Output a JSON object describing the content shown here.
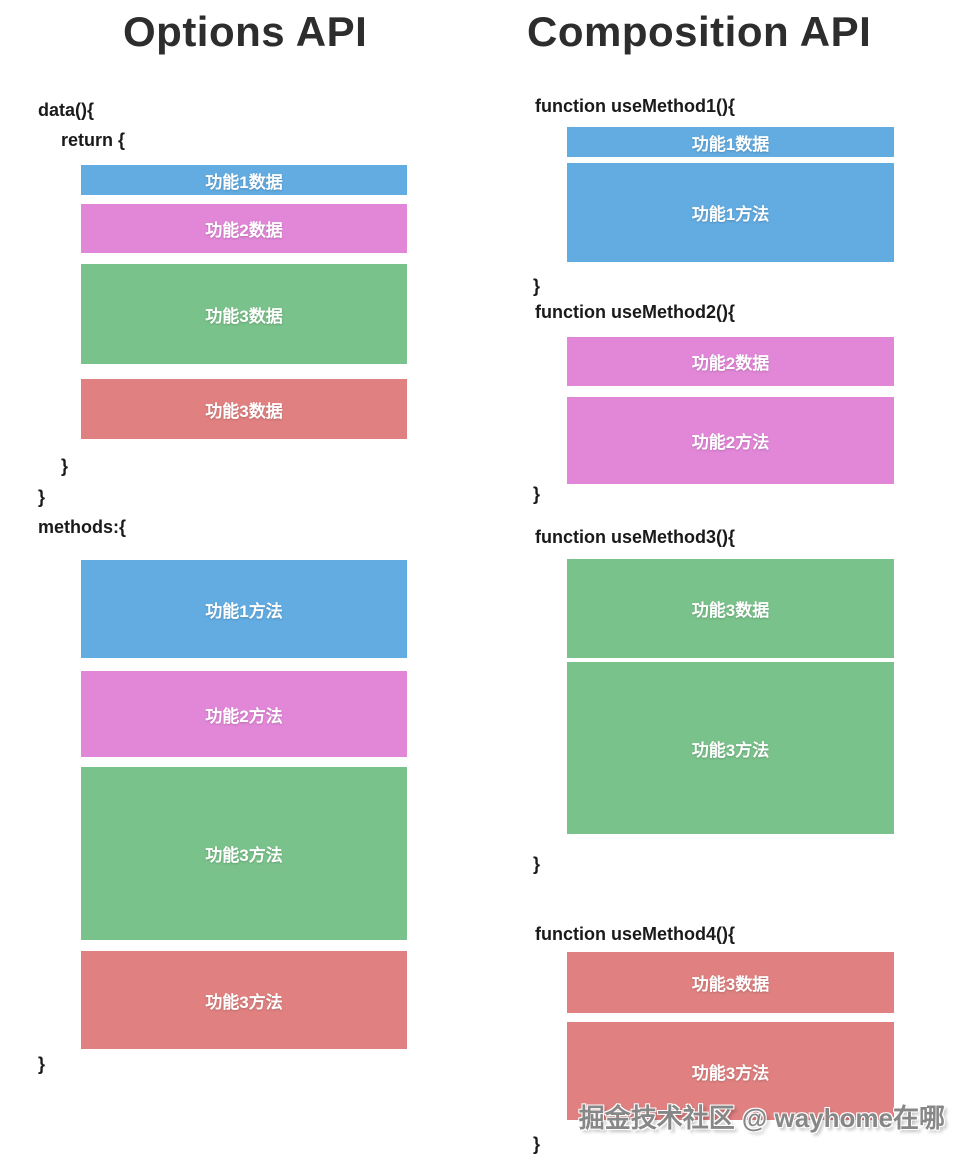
{
  "colors": {
    "blue": "#62ACE2",
    "pink": "#E287D8",
    "green": "#7AC28B",
    "red": "#E08080",
    "title_text": "#2D2D2D",
    "code_text": "#1A1A1A",
    "bar_text": "#FFFFFF"
  },
  "left": {
    "title": "Options API",
    "code": {
      "data_open": "data(){",
      "return_open": "return {",
      "close_inner": "}",
      "close_outer": "}",
      "methods_open": "methods:{",
      "close_methods": "}"
    },
    "data_blocks": [
      {
        "label": "功能1数据",
        "color": "blue"
      },
      {
        "label": "功能2数据",
        "color": "pink"
      },
      {
        "label": "功能3数据",
        "color": "green"
      },
      {
        "label": "功能3数据",
        "color": "red"
      }
    ],
    "method_blocks": [
      {
        "label": "功能1方法",
        "color": "blue"
      },
      {
        "label": "功能2方法",
        "color": "pink"
      },
      {
        "label": "功能3方法",
        "color": "green"
      },
      {
        "label": "功能3方法",
        "color": "red"
      }
    ]
  },
  "right": {
    "title": "Composition API",
    "functions": [
      {
        "signature": "function useMethod1(){",
        "close": "}",
        "blocks": [
          {
            "label": "功能1数据",
            "color": "blue"
          },
          {
            "label": "功能1方法",
            "color": "blue"
          }
        ]
      },
      {
        "signature": "function useMethod2(){",
        "close": "}",
        "blocks": [
          {
            "label": "功能2数据",
            "color": "pink"
          },
          {
            "label": "功能2方法",
            "color": "pink"
          }
        ]
      },
      {
        "signature": "function useMethod3(){",
        "close": "}",
        "blocks": [
          {
            "label": "功能3数据",
            "color": "green"
          },
          {
            "label": "功能3方法",
            "color": "green"
          }
        ]
      },
      {
        "signature": "function useMethod4(){",
        "close": "}",
        "blocks": [
          {
            "label": "功能3数据",
            "color": "red"
          },
          {
            "label": "功能3方法",
            "color": "red"
          }
        ]
      }
    ]
  },
  "watermark": "掘金技术社区 @ wayhome在哪"
}
